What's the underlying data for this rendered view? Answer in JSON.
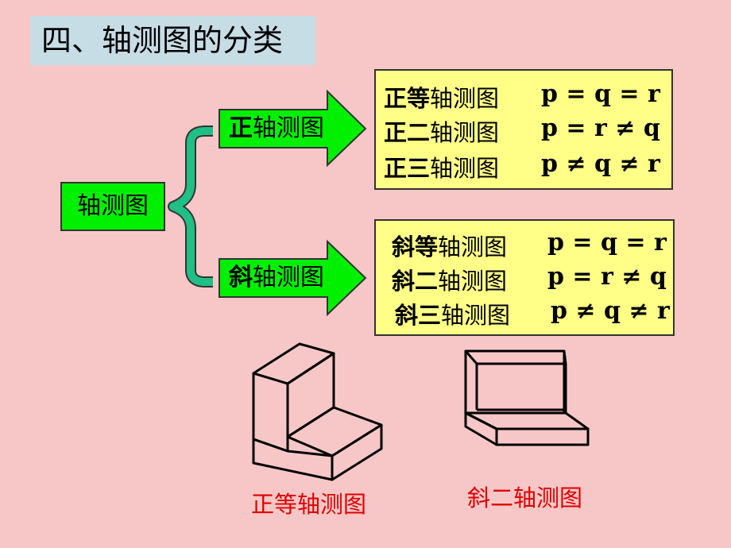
{
  "title": "四、轴测图的分类",
  "root": "轴测图",
  "orthographic": {
    "label_bold": "正",
    "label_rest": "轴测图",
    "items": [
      {
        "bold": "正等",
        "rest": "轴测图",
        "formula": "p = q = r"
      },
      {
        "bold": "正二",
        "rest": "轴测图",
        "formula": "p = r ≠ q"
      },
      {
        "bold": "正三",
        "rest": "轴测图",
        "formula": "p ≠ q ≠ r"
      }
    ]
  },
  "oblique": {
    "label_bold": "斜",
    "label_rest": "轴测图",
    "items": [
      {
        "bold": "斜等",
        "rest": "轴测图",
        "formula": "p = q = r"
      },
      {
        "bold": "斜二",
        "rest": "轴测图",
        "formula": "p = r ≠ q"
      },
      {
        "bold": "斜三",
        "rest": "轴测图",
        "formula": "p ≠ q ≠ r"
      }
    ]
  },
  "captions": {
    "left": "正等轴测图",
    "right": "斜二轴测图"
  },
  "colors": {
    "background": "#f7c7c7",
    "title_bg": "#c7dde6",
    "green": "#00f000",
    "brace": "#1fbf86",
    "yellow": "#ffff88",
    "caption": "#e00000"
  }
}
